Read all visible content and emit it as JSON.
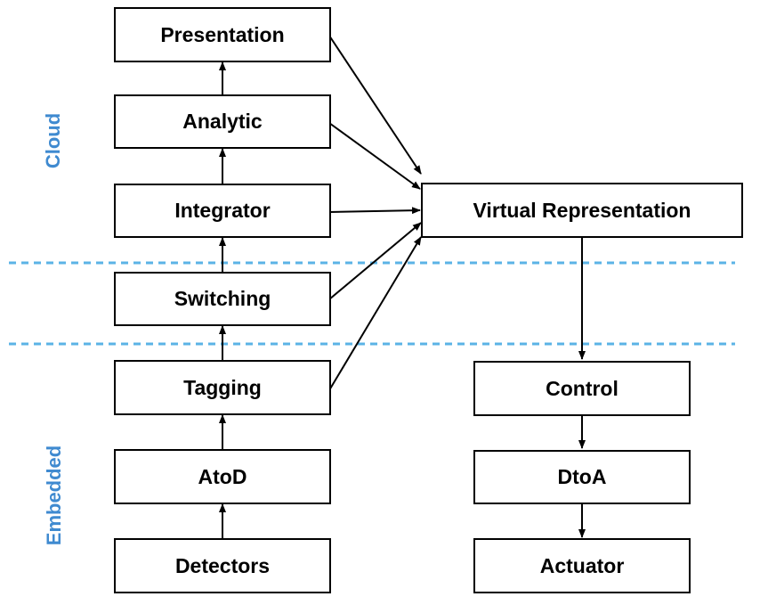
{
  "zones": {
    "cloud_label": "Cloud",
    "embedded_label": "Embedded",
    "label_color": "#3f8ad0",
    "divider_color": "#5bb3e6"
  },
  "left_stack": [
    "Presentation",
    "Analytic",
    "Integrator",
    "Switching",
    "Tagging",
    "AtoD",
    "Detectors"
  ],
  "hub": "Virtual Representation",
  "right_stack": [
    "Control",
    "DtoA",
    "Actuator"
  ]
}
